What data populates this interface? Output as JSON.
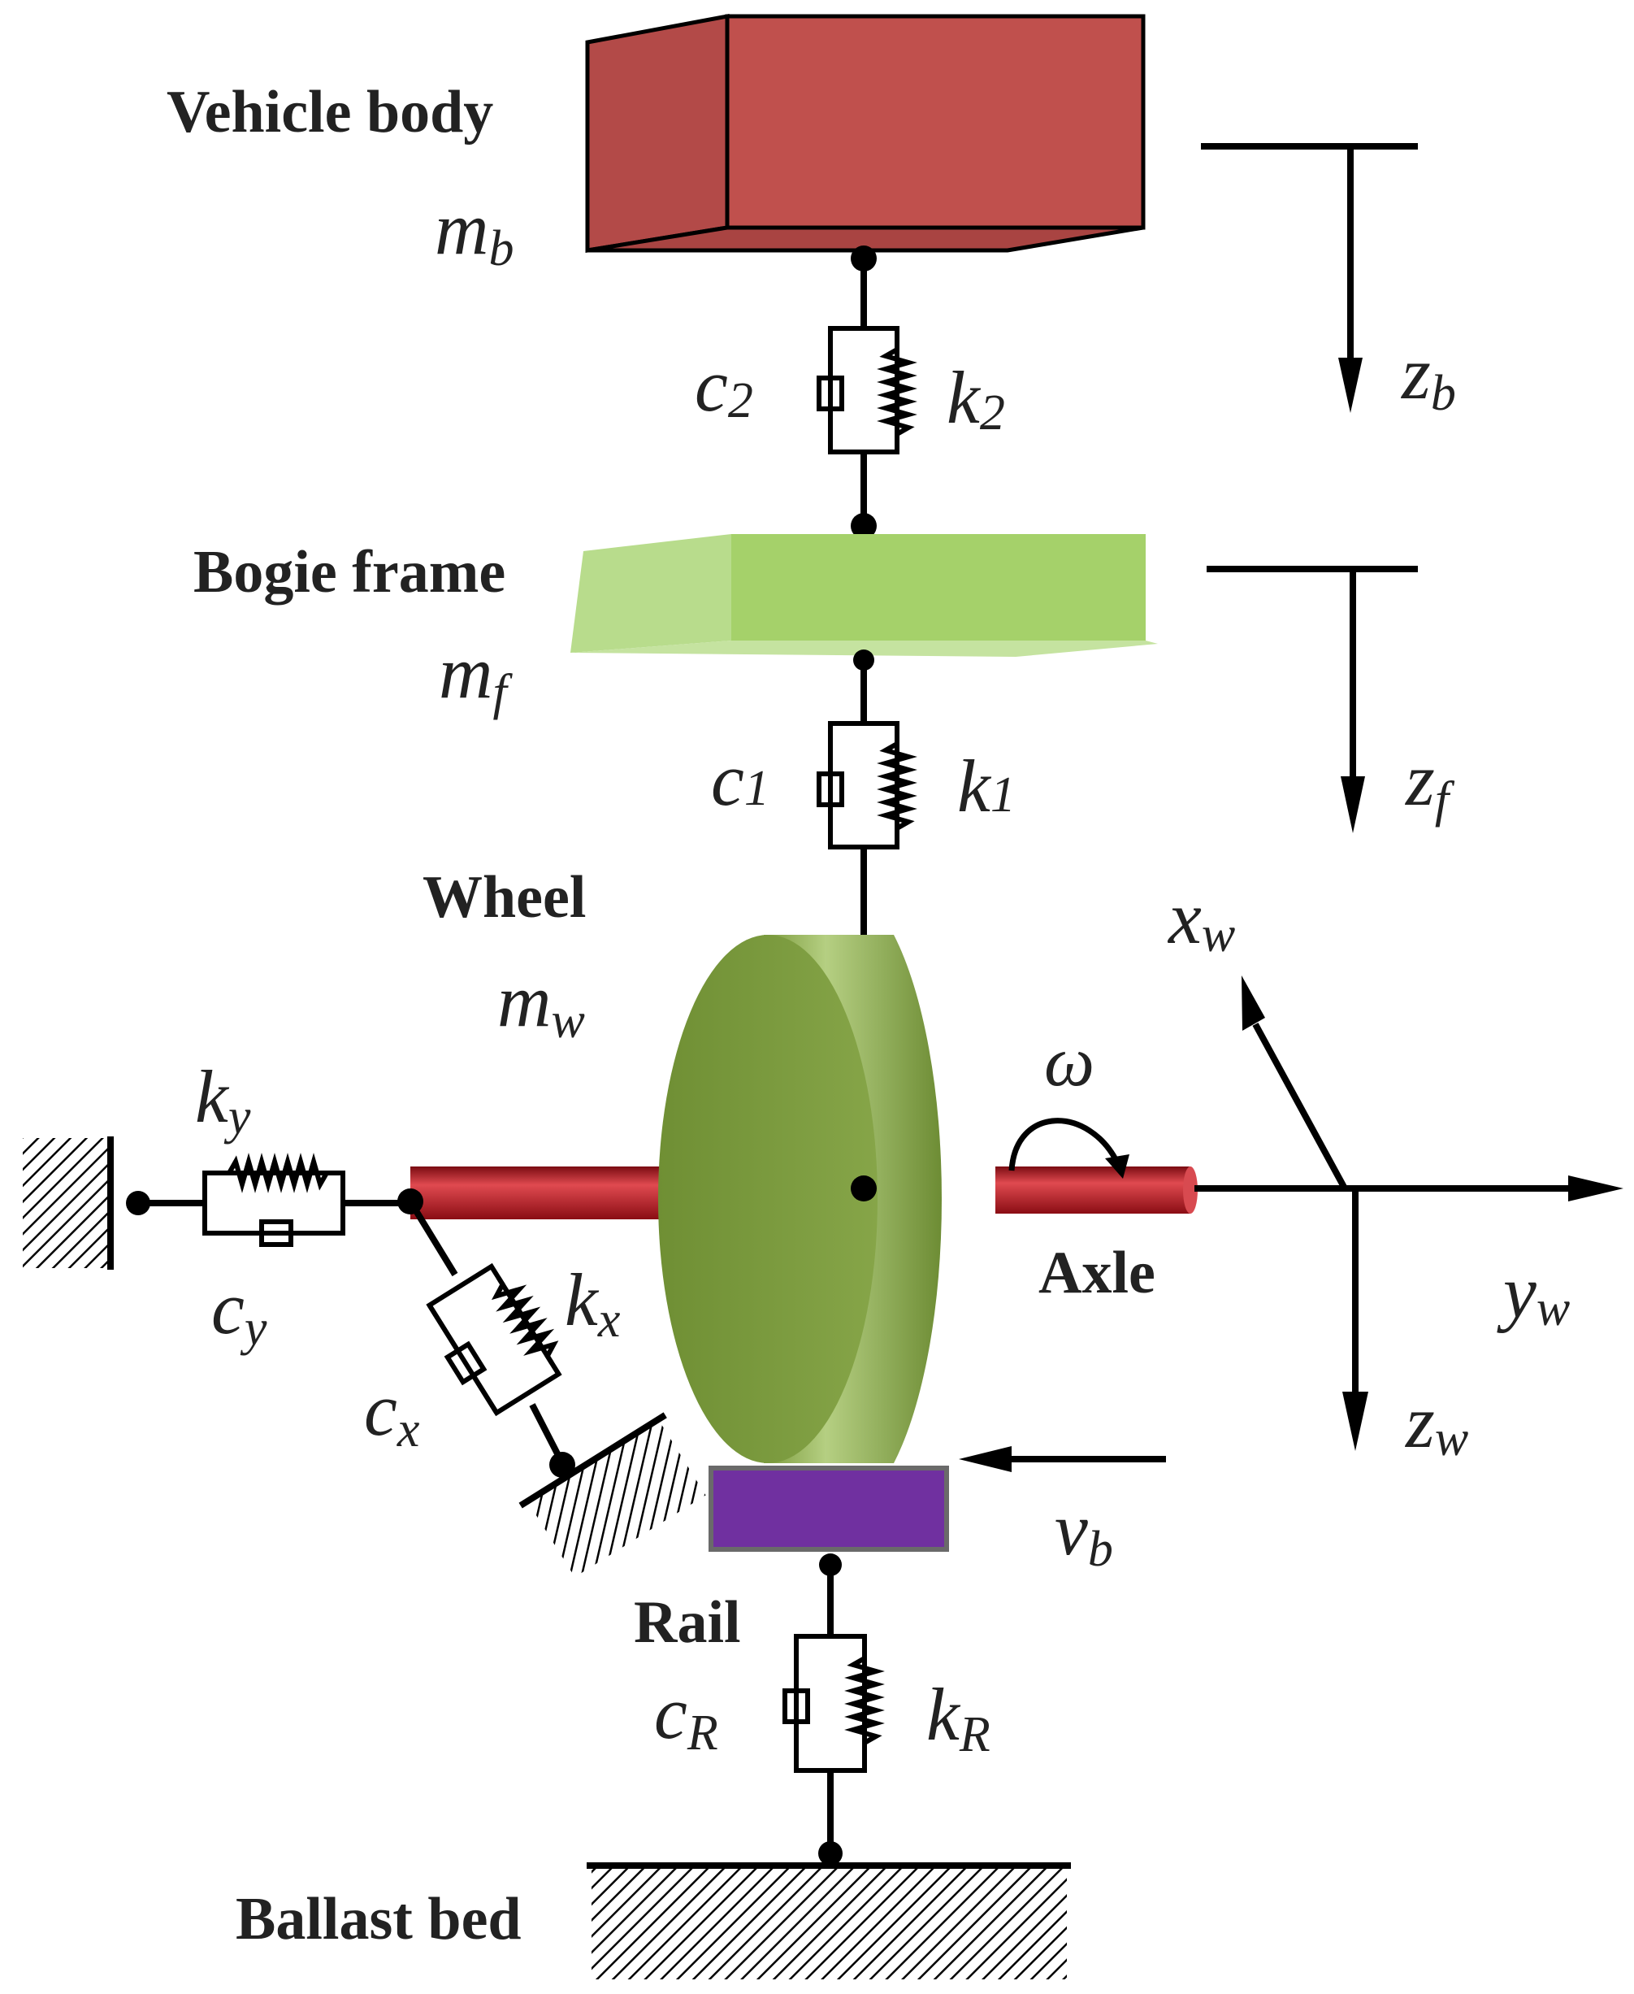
{
  "labels": {
    "vehicle_body": "Vehicle body",
    "bogie_frame": "Bogie frame",
    "wheel": "Wheel",
    "axle": "Axle",
    "rail": "Rail",
    "ballast_bed": "Ballast bed"
  },
  "symbols": {
    "m_body": {
      "base": "m",
      "sub": "b"
    },
    "m_frame": {
      "base": "m",
      "sub": "f"
    },
    "m_wheel": {
      "base": "m",
      "sub": "w"
    },
    "c2": {
      "base": "c",
      "sub": "2"
    },
    "k2": {
      "base": "k",
      "sub": "2"
    },
    "c1": {
      "base": "c",
      "sub": "1"
    },
    "k1": {
      "base": "k",
      "sub": "1"
    },
    "ky": {
      "base": "k",
      "sub": "y"
    },
    "cy": {
      "base": "c",
      "sub": "y"
    },
    "kx": {
      "base": "k",
      "sub": "x"
    },
    "cx": {
      "base": "c",
      "sub": "x"
    },
    "cR": {
      "base": "c",
      "sub": "R"
    },
    "kR": {
      "base": "k",
      "sub": "R"
    },
    "zb": {
      "base": "z",
      "sub": "b"
    },
    "zf": {
      "base": "z",
      "sub": "f"
    },
    "xw": {
      "base": "x",
      "sub": "w"
    },
    "yw": {
      "base": "y",
      "sub": "w"
    },
    "zw": {
      "base": "z",
      "sub": "w"
    },
    "vb": {
      "base": "v",
      "sub": "b"
    },
    "omega": "ω"
  },
  "colors": {
    "vehicle_body": "#c0504d",
    "bogie_frame": "#a5d16a",
    "wheel": "#7a9a3e",
    "axle": "#c0202a",
    "rail": "#7030a0"
  }
}
